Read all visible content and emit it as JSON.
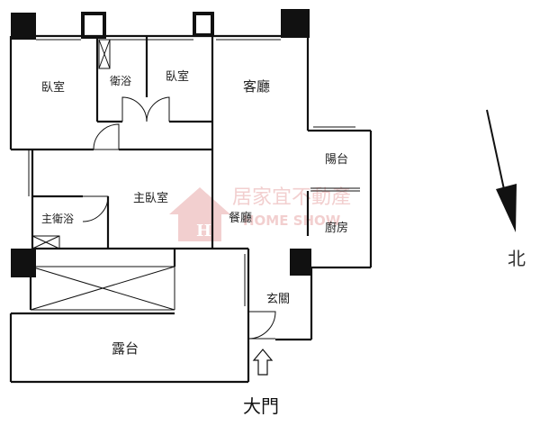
{
  "rooms": {
    "bedroom_1": "臥室",
    "bathroom": "衛浴",
    "bedroom_2": "臥室",
    "living_room": "客廳",
    "balcony": "陽台",
    "master_bedroom": "主臥室",
    "master_bath": "主衛浴",
    "dining_room": "餐廳",
    "kitchen": "廚房",
    "foyer": "玄關",
    "terrace": "露台"
  },
  "entrance": {
    "label": "大門"
  },
  "compass": {
    "label": "北"
  },
  "watermark": {
    "name_zh": "居家宜不動產",
    "name_en": "HOME SHOW",
    "logo_letter": "H",
    "color": "#e8a8a8"
  },
  "colors": {
    "wall": "#111111",
    "pillar": "#111111",
    "background": "#ffffff"
  }
}
